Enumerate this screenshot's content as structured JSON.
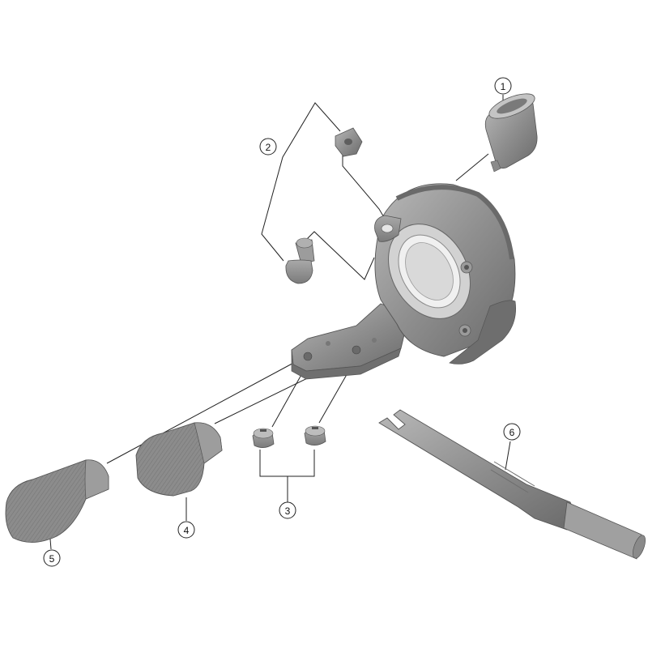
{
  "callouts": [
    {
      "id": "1",
      "label": "1"
    },
    {
      "id": "2",
      "label": "2"
    },
    {
      "id": "3",
      "label": "3"
    },
    {
      "id": "4",
      "label": "4"
    },
    {
      "id": "5",
      "label": "5"
    },
    {
      "id": "6",
      "label": "6"
    }
  ],
  "parts": [
    {
      "callout": "1",
      "icon": "cable-sleeve-icon"
    },
    {
      "callout": "2",
      "icon": "nut-and-bolt-icon"
    },
    {
      "callout": "3",
      "icon": "lever-screws-icon"
    },
    {
      "callout": "4",
      "icon": "small-lever-icon"
    },
    {
      "callout": "5",
      "icon": "large-lever-icon"
    },
    {
      "callout": "6",
      "icon": "tool-icon"
    },
    {
      "callout": "",
      "icon": "shifter-body-icon"
    }
  ],
  "colors": {
    "part_fill": "#8f8f8f",
    "part_dark": "#6e6e6e",
    "part_light": "#b4b4b4",
    "line": "#222222",
    "background": "#ffffff"
  }
}
